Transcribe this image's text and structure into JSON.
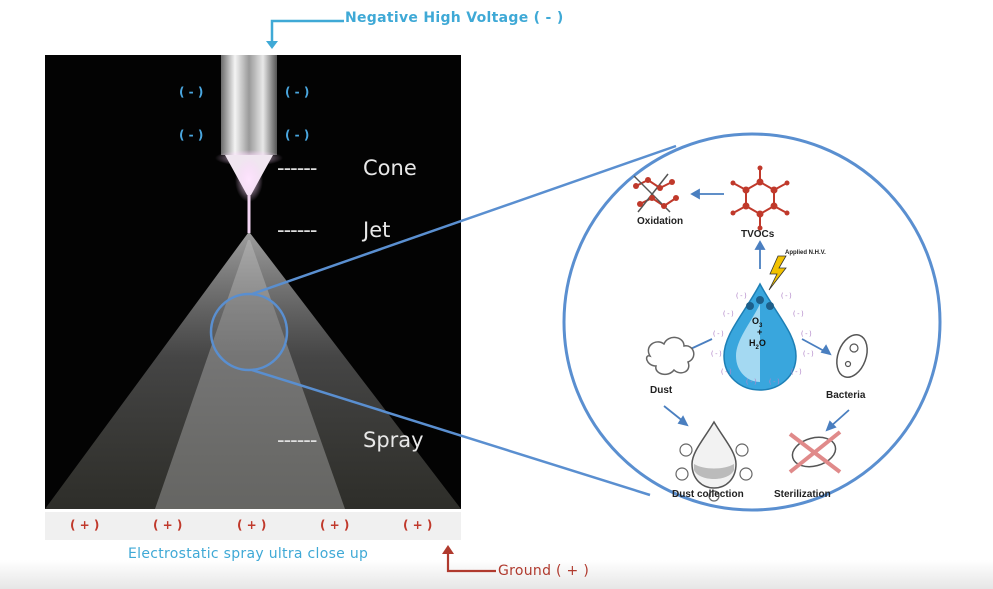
{
  "header": {
    "negative_voltage_label": "Negative High Voltage ( - )"
  },
  "nozzle": {
    "charge_labels": [
      "( - )",
      "( - )",
      "( - )",
      "( - )"
    ]
  },
  "stages": {
    "cone": "Cone",
    "jet": "Jet",
    "spray": "Spray",
    "dash": "------"
  },
  "ground_strip": {
    "charges": [
      "( + )",
      "( + )",
      "( + )",
      "( + )",
      "( + )"
    ]
  },
  "caption": "Electrostatic spray ultra close up",
  "ground_label": "Ground ( + )",
  "detail": {
    "oxidation": "Oxidation",
    "tvocs": "TVOCs",
    "applied": "Applied N.H.V.",
    "o3": "O",
    "o3_sub": "3",
    "plus": "+",
    "h2o": "H",
    "h2o_sub": "2",
    "h2o_o": "O",
    "dust": "Dust",
    "bacteria": "Bacteria",
    "dust_collection": "Dust collection",
    "sterilization": "Sterilization",
    "ion": "(-)"
  },
  "colors": {
    "accent": "#3fa9d6",
    "ground": "#b03a2e",
    "circle": "#5a8fd0",
    "droplet": "#39a6dd"
  }
}
